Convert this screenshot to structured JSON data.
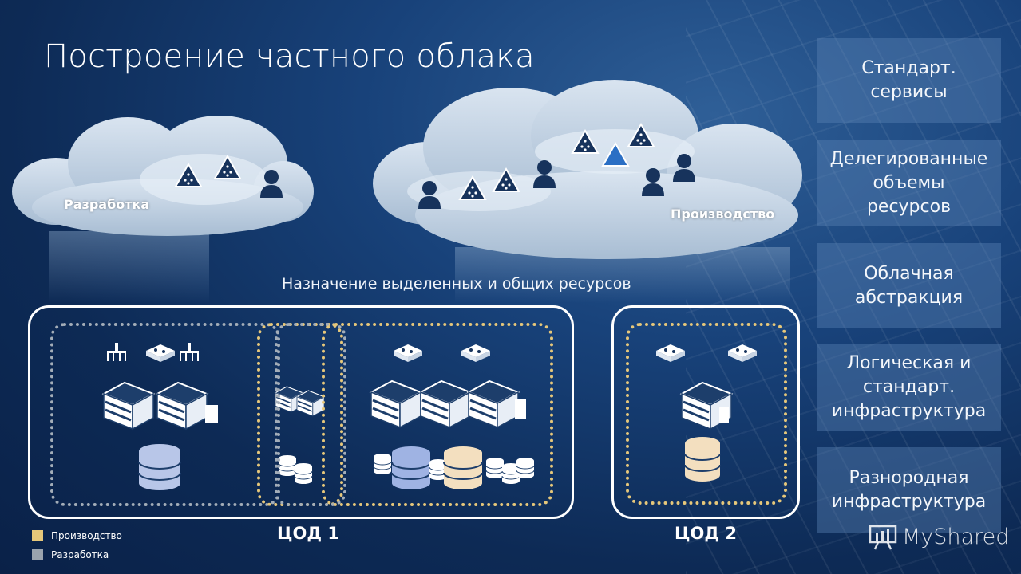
{
  "title": "Построение частного облака",
  "clouds": {
    "dev_label": "Разработка",
    "prod_label": "Производство"
  },
  "subtitle": "Назначение выделенных и общих ресурсов",
  "datacenters": {
    "dc1_label": "ЦОД 1",
    "dc2_label": "ЦОД 2"
  },
  "panels": [
    "Стандарт.\nсервисы",
    "Делегированные\nобъемы\nресурсов",
    "Облачная\nабстракция",
    "Логическая и\nстандарт.\nинфраструктура",
    "Разнородная\nинфраструктура"
  ],
  "legend": [
    {
      "label": "Производство",
      "color": "#e6c77a"
    },
    {
      "label": "Разработка",
      "color": "#9aa3ad"
    }
  ],
  "watermark": "MyShared",
  "colors": {
    "prod": "#e6c77a",
    "dev": "#9aa3ad",
    "cloud": "#c9d7e6",
    "icon_dark": "#17335c"
  }
}
